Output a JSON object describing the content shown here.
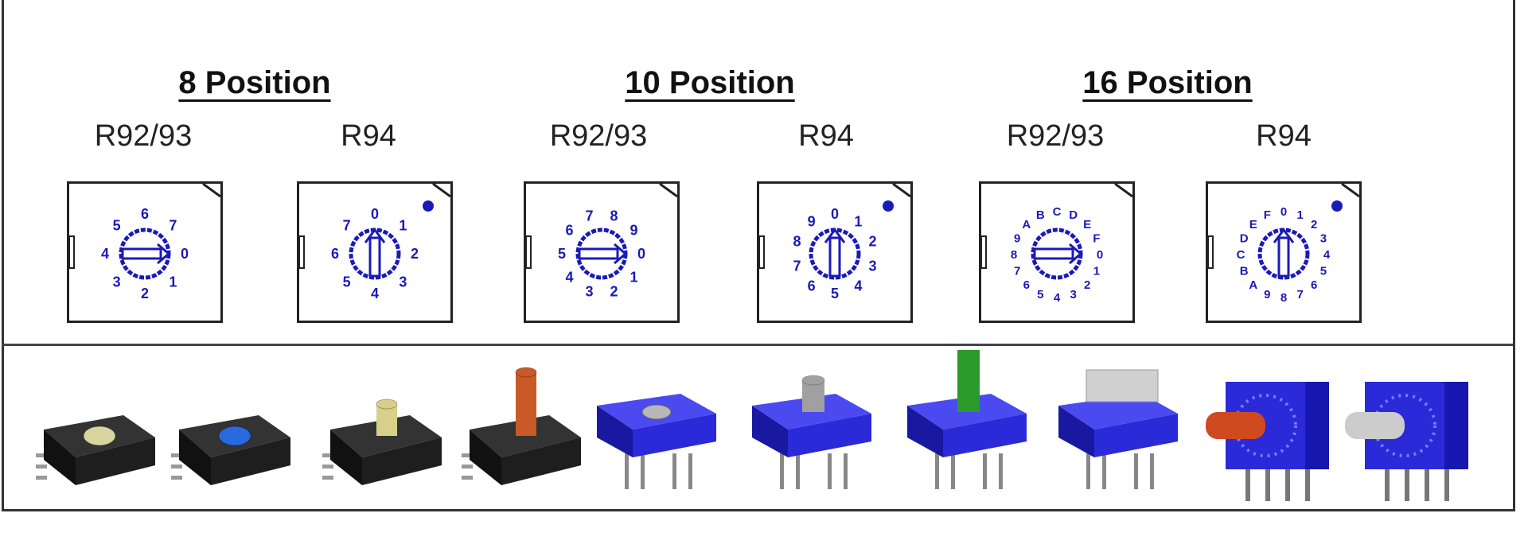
{
  "groups": [
    {
      "title": "8 Position",
      "models": [
        "R92/93",
        "R94"
      ]
    },
    {
      "title": "10 Position",
      "models": [
        "R92/93",
        "R94"
      ]
    },
    {
      "title": "16 Position",
      "models": [
        "R92/93",
        "R94"
      ]
    }
  ],
  "dials": [
    {
      "model": "R92/93",
      "positions": [
        "0",
        "1",
        "2",
        "3",
        "4",
        "5",
        "6",
        "7"
      ],
      "pointer": "horizontal",
      "dot": false
    },
    {
      "model": "R94",
      "positions": [
        "0",
        "1",
        "2",
        "3",
        "4",
        "5",
        "6",
        "7"
      ],
      "pointer": "vertical",
      "dot": true
    },
    {
      "model": "R92/93",
      "positions": [
        "0",
        "1",
        "2",
        "3",
        "4",
        "5",
        "6",
        "7",
        "8",
        "9"
      ],
      "pointer": "horizontal",
      "dot": false
    },
    {
      "model": "R94",
      "positions": [
        "0",
        "1",
        "2",
        "3",
        "4",
        "5",
        "6",
        "7",
        "8",
        "9"
      ],
      "pointer": "vertical",
      "dot": true
    },
    {
      "model": "R92/93",
      "positions": [
        "0",
        "1",
        "2",
        "3",
        "4",
        "5",
        "6",
        "7",
        "8",
        "9",
        "A",
        "B",
        "C",
        "D",
        "E",
        "F"
      ],
      "pointer": "horizontal",
      "dot": false
    },
    {
      "model": "R94",
      "positions": [
        "0",
        "1",
        "2",
        "3",
        "4",
        "5",
        "6",
        "7",
        "8",
        "9",
        "A",
        "B",
        "C",
        "D",
        "E",
        "F"
      ],
      "pointer": "vertical",
      "dot": true
    }
  ],
  "colors": {
    "dial_blue": "#1a1ab8",
    "smd_black": "#1e1e1e",
    "tht_blue": "#2a2ad8"
  },
  "products": [
    {
      "type": "smd",
      "knob": "#d8d4a0"
    },
    {
      "type": "smd",
      "knob": "#2a6ae0"
    },
    {
      "type": "smd",
      "knob": "#d8d08a",
      "shaft": true
    },
    {
      "type": "smd",
      "knob": "#c85a28",
      "shaft": true,
      "tall": true
    },
    {
      "type": "tht",
      "knob": "#b8b8b8"
    },
    {
      "type": "tht",
      "knob": "#a0a0a0",
      "shaft": true
    },
    {
      "type": "tht",
      "knob": "#2a9a2a",
      "shaft": true,
      "tall": true
    },
    {
      "type": "tht",
      "knob": "#d0d0d0",
      "lever": true
    },
    {
      "type": "side",
      "knob": "#d04a20"
    },
    {
      "type": "side",
      "knob": "#cccccc"
    }
  ]
}
